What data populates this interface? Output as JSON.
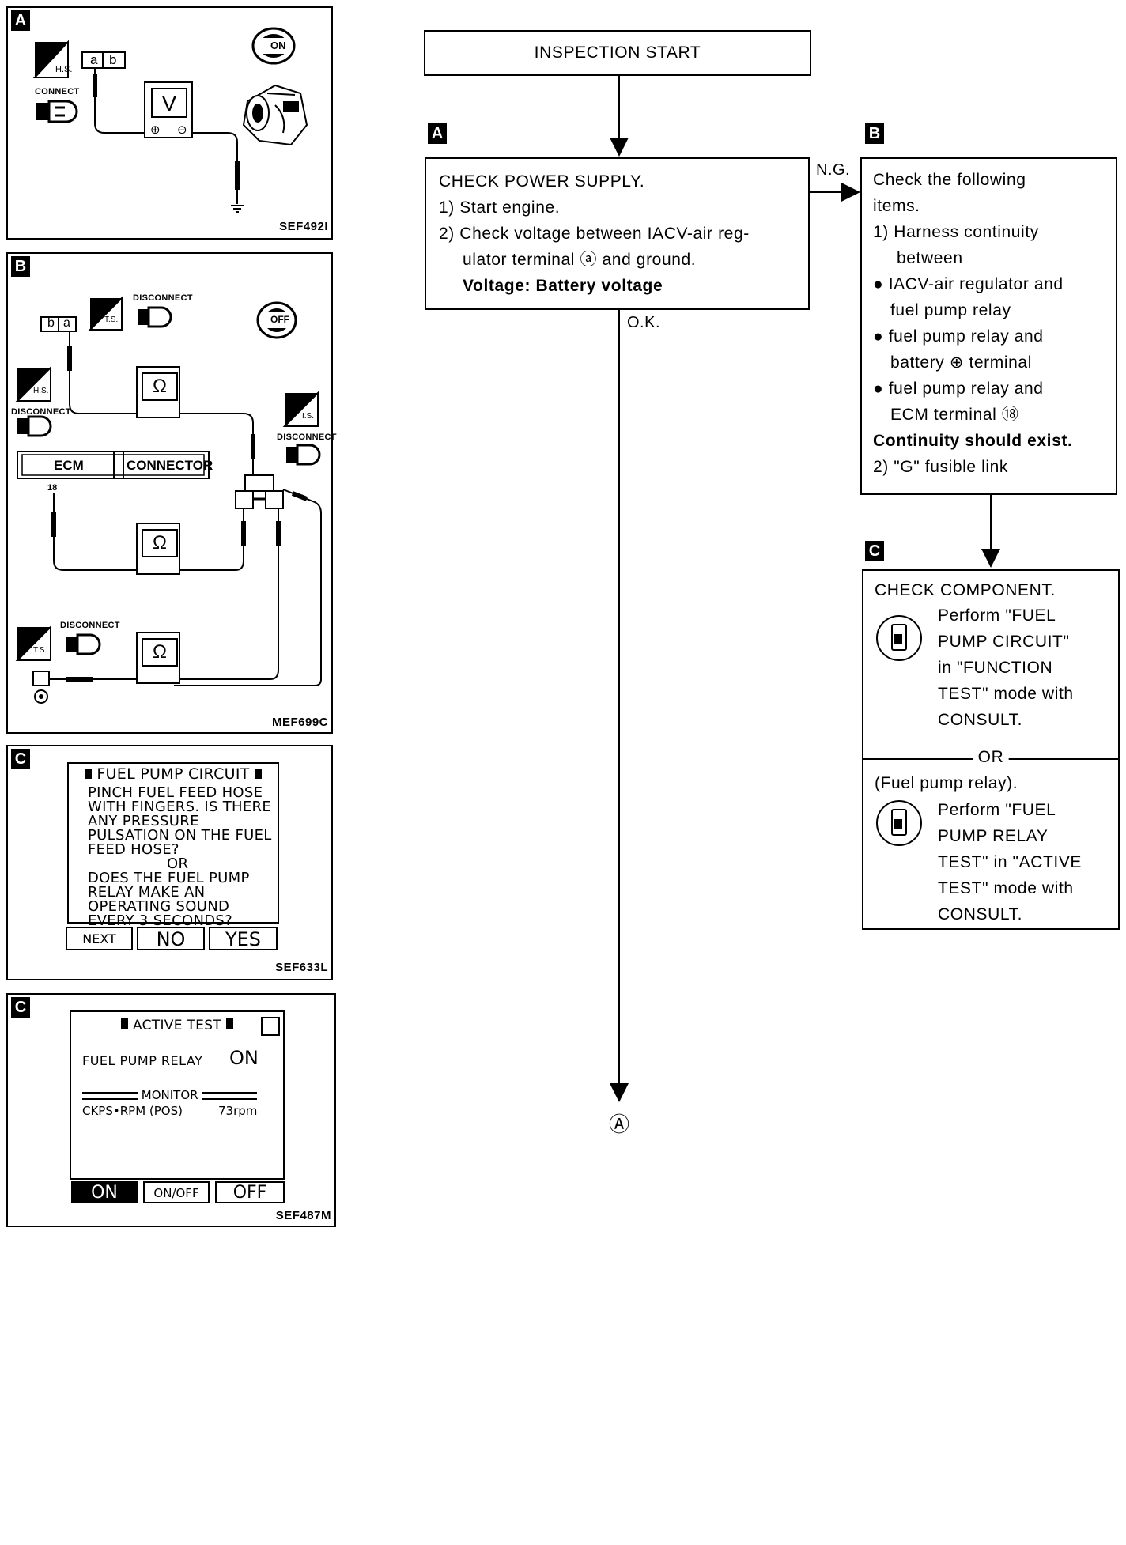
{
  "colors": {
    "ink": "#000000",
    "paper": "#ffffff"
  },
  "panel_a": {
    "tag": "A",
    "code": "SEF492I",
    "icon_connect_label": "CONNECT",
    "harness_code": "H.S.",
    "meter_symbol": "V",
    "terminal_a": "a",
    "terminal_b": "b",
    "ignition_label": "ON"
  },
  "panel_b": {
    "tag": "B",
    "code": "MEF699C",
    "disconnect_label": "DISCONNECT",
    "disconnect_label_top": "DISCONNECT",
    "harness_codes": [
      "T.S.",
      "H.S.",
      "I.S.",
      "T.S."
    ],
    "ohm_symbol": "Ω",
    "ecm_label": "ECM",
    "connector_label": "CONNECTOR",
    "terminal_number": "18",
    "ignition_label": "OFF",
    "terminal_b": "b",
    "terminal_a": "a"
  },
  "panel_c1": {
    "tag": "C",
    "code": "SEF633L",
    "screen_title": "FUEL PUMP CIRCUIT",
    "screen_lines": [
      "PINCH FUEL FEED HOSE",
      "WITH FINGERS. IS THERE",
      "ANY PRESSURE",
      "PULSATION ON THE FUEL",
      "FEED HOSE?",
      "OR",
      "DOES THE FUEL PUMP",
      "RELAY MAKE AN",
      "OPERATING SOUND",
      "EVERY 3 SECONDS?"
    ],
    "buttons": [
      "NEXT",
      "NO",
      "YES"
    ]
  },
  "panel_c2": {
    "tag": "C",
    "code": "SEF487M",
    "screen_title": "ACTIVE TEST",
    "item_label": "FUEL PUMP RELAY",
    "item_value": "ON",
    "monitor_label": "MONITOR",
    "monitor_item": "CKPS•RPM (POS)",
    "monitor_value": "73rpm",
    "buttons": [
      "ON",
      "ON/OFF",
      "OFF"
    ]
  },
  "flow": {
    "start": "INSPECTION START",
    "step_a": {
      "tag": "A",
      "lines": [
        "CHECK POWER SUPPLY.",
        "1) Start engine.",
        "2) Check voltage between IACV-air reg-",
        "ulator terminal ⓐ and ground."
      ],
      "spec": "Voltage: Battery voltage"
    },
    "ng_label": "N.G.",
    "ok_label": "O.K.",
    "step_b": {
      "tag": "B",
      "lines": [
        "Check the following",
        "items.",
        "1) Harness continuity",
        "between",
        "● IACV-air regulator and",
        "fuel pump relay",
        "● fuel pump relay and",
        "battery ⊕ terminal",
        "● fuel pump relay and",
        "ECM terminal ⑱"
      ],
      "spec": "Continuity should exist.",
      "tail": "2) \"G\" fusible link"
    },
    "step_c": {
      "tag": "C",
      "title": "CHECK COMPONENT.",
      "option1_lines": [
        "Perform \"FUEL",
        "PUMP CIRCUIT\"",
        "in \"FUNCTION",
        "TEST\" mode with",
        "CONSULT."
      ],
      "or_label": "OR",
      "relay_line": "(Fuel pump relay).",
      "option2_lines": [
        "Perform \"FUEL",
        "PUMP RELAY",
        "TEST\" in \"ACTIVE",
        "TEST\" mode with",
        "CONSULT."
      ]
    },
    "end_marker": "Ⓐ"
  }
}
